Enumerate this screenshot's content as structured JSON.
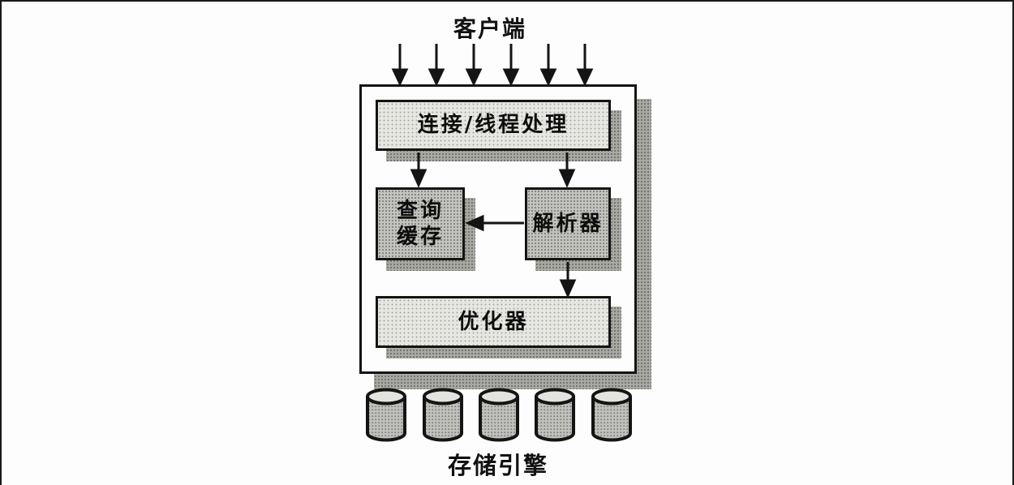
{
  "diagram": {
    "top_label": "客户端",
    "bottom_label": "存储引擎",
    "server": {
      "connection_label": "连接/线程处理",
      "query_cache_line1": "查询",
      "query_cache_line2": "缓存",
      "parser_label": "解析器",
      "optimizer_label": "优化器"
    },
    "client_arrow_count": 6,
    "storage_cylinder_count": 5,
    "colors": {
      "light_box_fill": "#e6e6e2",
      "dark_box_fill": "#c3c3bf",
      "shadow_fill": "#a9a9a4",
      "line_color": "#141414",
      "background": "#fdfdfd"
    }
  }
}
